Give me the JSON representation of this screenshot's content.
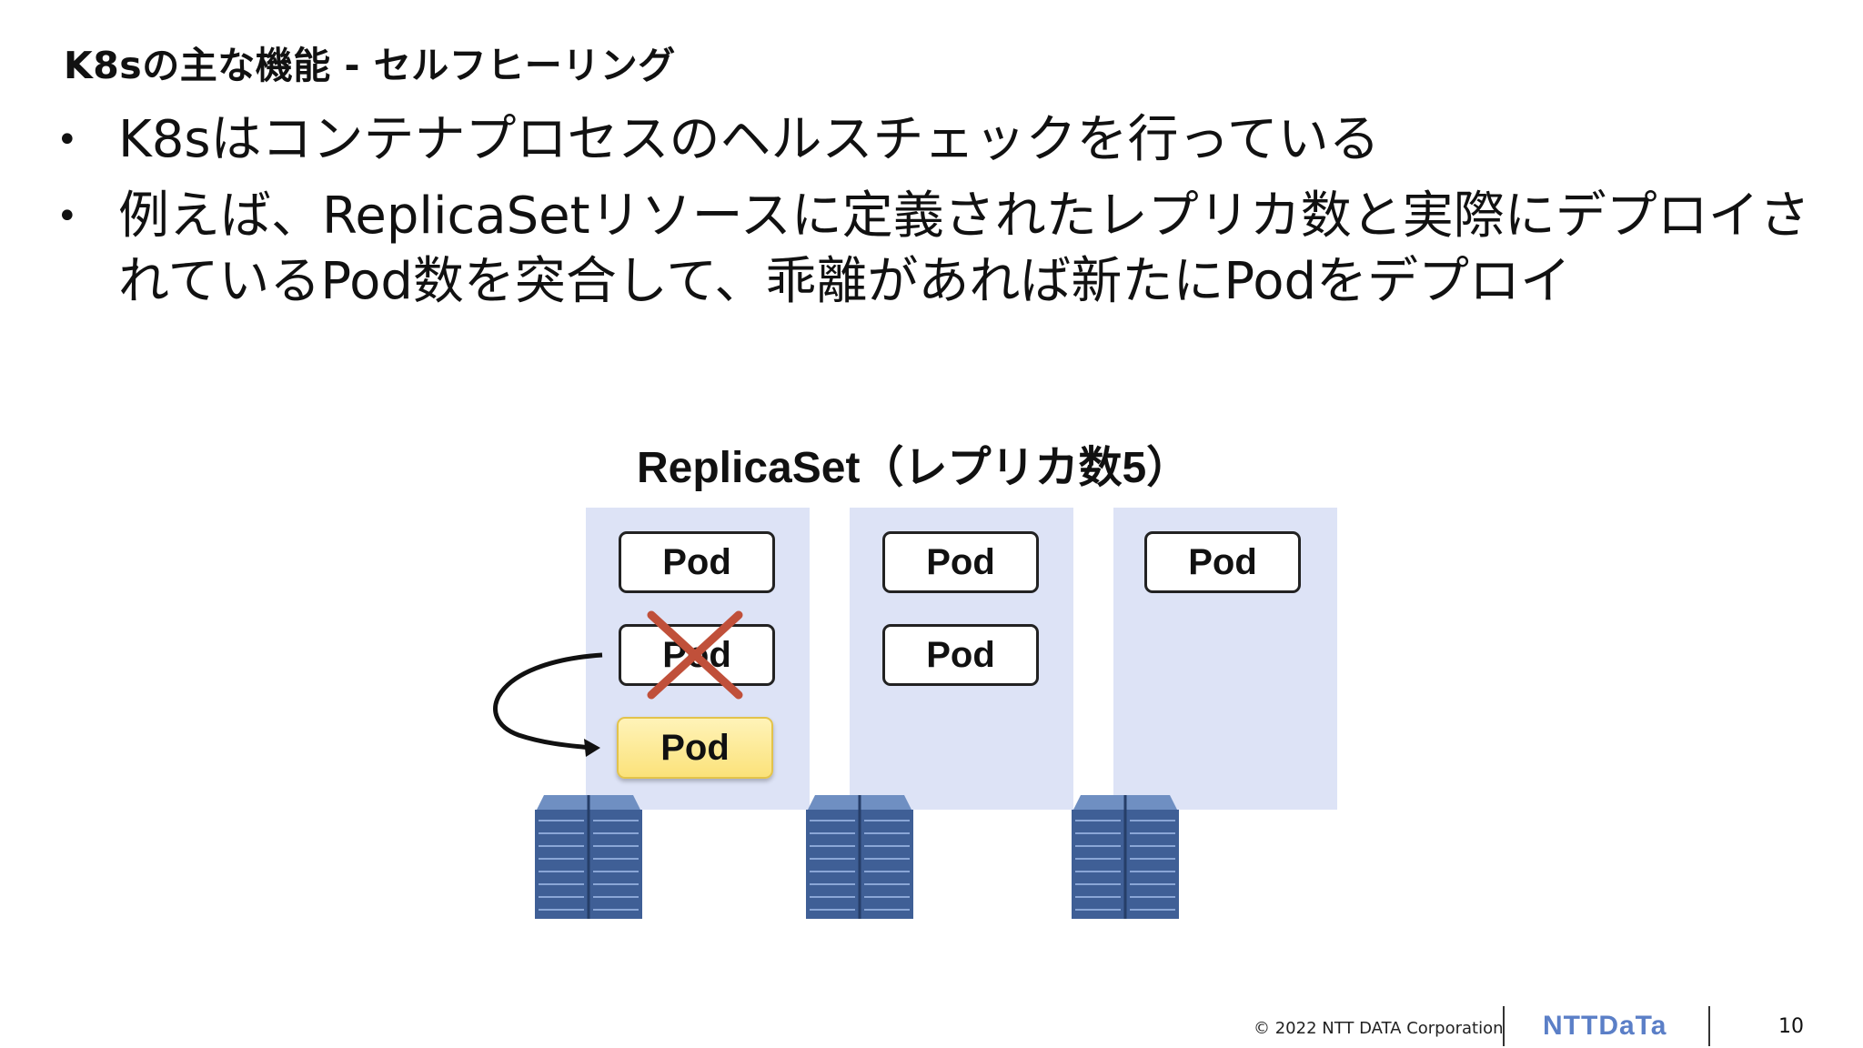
{
  "slide": {
    "title": "K8sの主な機能 - セルフヒーリング",
    "bullets": [
      "K8sはコンテナプロセスのヘルスチェックを行っている",
      "例えば、ReplicaSetリソースに定義されたレプリカ数と実際にデプロイされているPod数を突合して、乖離があれば新たにPodをデプロイ"
    ],
    "bullet_symbol": "•"
  },
  "diagram": {
    "title": "ReplicaSet（レプリカ数5）",
    "pod_label": "Pod",
    "nodes": [
      {
        "pods": [
          "Pod",
          "Pod",
          "Pod"
        ],
        "failed_pod_index": 1,
        "new_pod_index": 2
      },
      {
        "pods": [
          "Pod",
          "Pod"
        ]
      },
      {
        "pods": [
          "Pod"
        ]
      }
    ],
    "colors": {
      "node_bg": "#dde3f6",
      "failure_x": "#c0503a",
      "new_pod": "#fbe27a",
      "server": "#4a6fa5"
    },
    "icons": [
      "server-rack-icon",
      "failure-x-icon",
      "restart-arrow-icon"
    ]
  },
  "footer": {
    "copyright": "© 2022 NTT DATA Corporation",
    "logo": "NTTDaTa",
    "page_number": "10"
  }
}
